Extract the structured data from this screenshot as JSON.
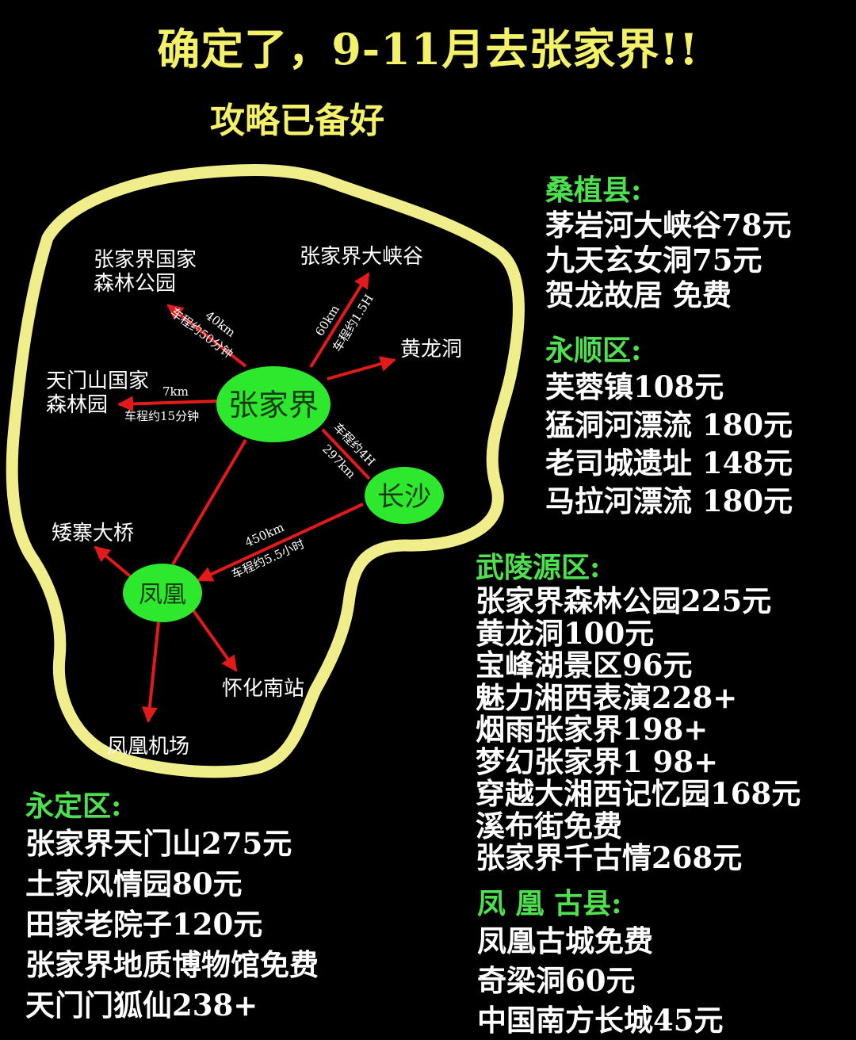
{
  "header": {
    "title": "确定了，9-11月去张家界!!",
    "subtitle": "攻略已备好"
  },
  "map": {
    "nodes": {
      "zhangjiajie": "张家界",
      "changsha": "长沙",
      "fenghuang": "凤凰"
    },
    "places": {
      "forest_park": [
        "张家界国家",
        "森林公园"
      ],
      "grand_canyon": "张家界大峡谷",
      "huanglong_cave": "黄龙洞",
      "tianmen": [
        "天门山国家",
        "森林园"
      ],
      "aizhai_bridge": "矮寨大桥",
      "huaihua_south": "怀化南站",
      "fenghuang_airport": "凤凰机场"
    },
    "routes": {
      "forest_park": [
        "40km",
        "车程约50分钟"
      ],
      "grand_canyon": [
        "60km",
        "车程约1.5H"
      ],
      "tianmen": [
        "7km",
        "车程约15分钟"
      ],
      "changsha": [
        "车程约4H",
        "297km"
      ],
      "fenghuang_changsha": [
        "450km",
        "车程约5.5小时"
      ]
    },
    "colors": {
      "outline": "#f0ee8a",
      "node": "#2ee82e",
      "arrow": "#e21a1a",
      "heading": "#4ee04e",
      "title": "#f3f06a"
    }
  },
  "sections": {
    "sangzhi": {
      "heading": "桑植县:",
      "items": [
        "茅岩河大峡谷78元",
        "九天玄女洞75元",
        "贺龙故居 免费"
      ]
    },
    "yongshun": {
      "heading": "永顺区:",
      "items": [
        "芙蓉镇108元",
        "猛洞河漂流 180元",
        "老司城遗址 148元",
        "马拉河漂流 180元"
      ]
    },
    "wulingyuan": {
      "heading": "武陵源区:",
      "items": [
        "张家界森林公园225元",
        "黄龙洞100元",
        "宝峰湖景区96元",
        "魅力湘西表演228+",
        "烟雨张家界198+",
        "梦幻张家界1 98+",
        "穿越大湘西记忆园168元",
        "溪布街免费",
        "张家界千古情268元"
      ]
    },
    "fenghuang": {
      "heading": "凤 凰 古县:",
      "items": [
        "凤凰古城免费",
        "奇梁洞60元",
        "中国南方长城45元"
      ]
    },
    "yongding": {
      "heading": "永定区:",
      "items": [
        "张家界天门山275元",
        "土家风情园80元",
        "田家老院子120元",
        "张家界地质博物馆免费",
        "天门门狐仙238+"
      ]
    }
  }
}
